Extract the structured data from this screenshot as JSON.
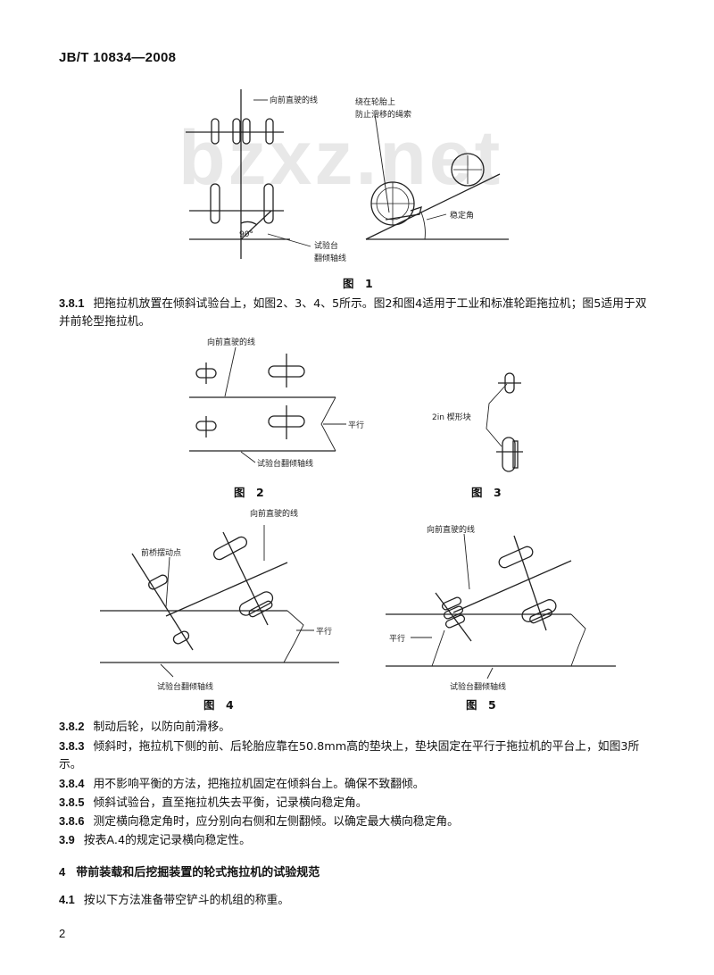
{
  "header": {
    "doc_code": "JB/T 10834—2008"
  },
  "watermark": "bzxz.net",
  "figure1": {
    "label_forward": "向前直驶的线",
    "label_rope_l1": "绕在轮胎上",
    "label_rope_l2": "防止滑移的绳索",
    "label_angle": "90°",
    "label_stability": "稳定角",
    "label_axis_l1": "试验台",
    "label_axis_l2": "翻倾轴线",
    "caption": "图　1"
  },
  "p381": {
    "num": "3.8.1",
    "text": "把拖拉机放置在倾斜试验台上，如图2、3、4、5所示。图2和图4适用于工业和标准轮距拖拉机；图5适用于双并前轮型拖拉机。"
  },
  "figure2": {
    "label_forward": "向前直驶的线",
    "label_parallel": "平行",
    "label_axis": "试验台翻倾轴线",
    "caption": "图　2"
  },
  "figure3": {
    "label_block": "2in 楔形块",
    "caption": "图　3"
  },
  "figure4": {
    "label_forward": "向前直驶的线",
    "label_pivot": "前桥摆动点",
    "label_parallel": "平行",
    "label_axis": "试验台翻倾轴线",
    "caption": "图　4"
  },
  "figure5": {
    "label_forward": "向前直驶的线",
    "label_parallel": "平行",
    "label_axis": "试验台翻倾轴线",
    "caption": "图　5"
  },
  "p382": {
    "num": "3.8.2",
    "text": "制动后轮，以防向前滑移。"
  },
  "p383": {
    "num": "3.8.3",
    "text": "倾斜时，拖拉机下侧的前、后轮胎应靠在50.8mm高的垫块上，垫块固定在平行于拖拉机的平台上，如图3所示。"
  },
  "p384": {
    "num": "3.8.4",
    "text": "用不影响平衡的方法，把拖拉机固定在倾斜台上。确保不致翻倾。"
  },
  "p385": {
    "num": "3.8.5",
    "text": "倾斜试验台，直至拖拉机失去平衡，记录横向稳定角。"
  },
  "p386": {
    "num": "3.8.6",
    "text": "测定横向稳定角时，应分别向右侧和左侧翻倾。以确定最大横向稳定角。"
  },
  "p39": {
    "num": "3.9",
    "text": "按表A.4的规定记录横向稳定性。"
  },
  "sec4": {
    "num": "4",
    "text": "带前装载和后挖掘装置的轮式拖拉机的试验规范"
  },
  "p41": {
    "num": "4.1",
    "text": "按以下方法准备带空铲斗的机组的称重。"
  },
  "footer": {
    "page_number": "2"
  }
}
